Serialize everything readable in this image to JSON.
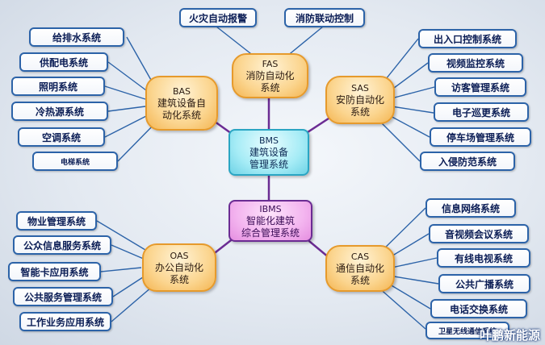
{
  "center": {
    "bms": {
      "code": "BMS",
      "line1": "建筑设备",
      "line2": "管理系统"
    },
    "ibms": {
      "code": "IBMS",
      "line1": "智能化建筑",
      "line2": "综合管理系统"
    }
  },
  "nodes": {
    "fas": {
      "code": "FAS",
      "line1": "消防自动化",
      "line2": "系统"
    },
    "bas": {
      "code": "BAS",
      "line1": "建筑设备自",
      "line2": "动化系统"
    },
    "sas": {
      "code": "SAS",
      "line1": "安防自动化",
      "line2": "系统"
    },
    "oas": {
      "code": "OAS",
      "line1": "办公自动化",
      "line2": "系统"
    },
    "cas": {
      "code": "CAS",
      "line1": "通信自动化",
      "line2": "系统"
    }
  },
  "fas_items": [
    "火灾自动报警",
    "消防联动控制"
  ],
  "bas_items": [
    "给排水系统",
    "供配电系统",
    "照明系统",
    "冷热源系统",
    "空调系统",
    "电梯系统"
  ],
  "sas_items": [
    "出入口控制系统",
    "视频监控系统",
    "访客管理系统",
    "电子巡更系统",
    "停车场管理系统",
    "入侵防范系统"
  ],
  "oas_items": [
    "物业管理系统",
    "公众信息服务系统",
    "智能卡应用系统",
    "公共服务管理系统",
    "工作业务应用系统"
  ],
  "cas_items": [
    "信息网络系统",
    "音视频会议系统",
    "有线电视系统",
    "公共广播系统",
    "电话交换系统",
    "卫星无线通信系统"
  ],
  "watermark": "叶鹏新能源",
  "colors": {
    "line": "#6b2c93",
    "box_border": "#2c63a8"
  }
}
